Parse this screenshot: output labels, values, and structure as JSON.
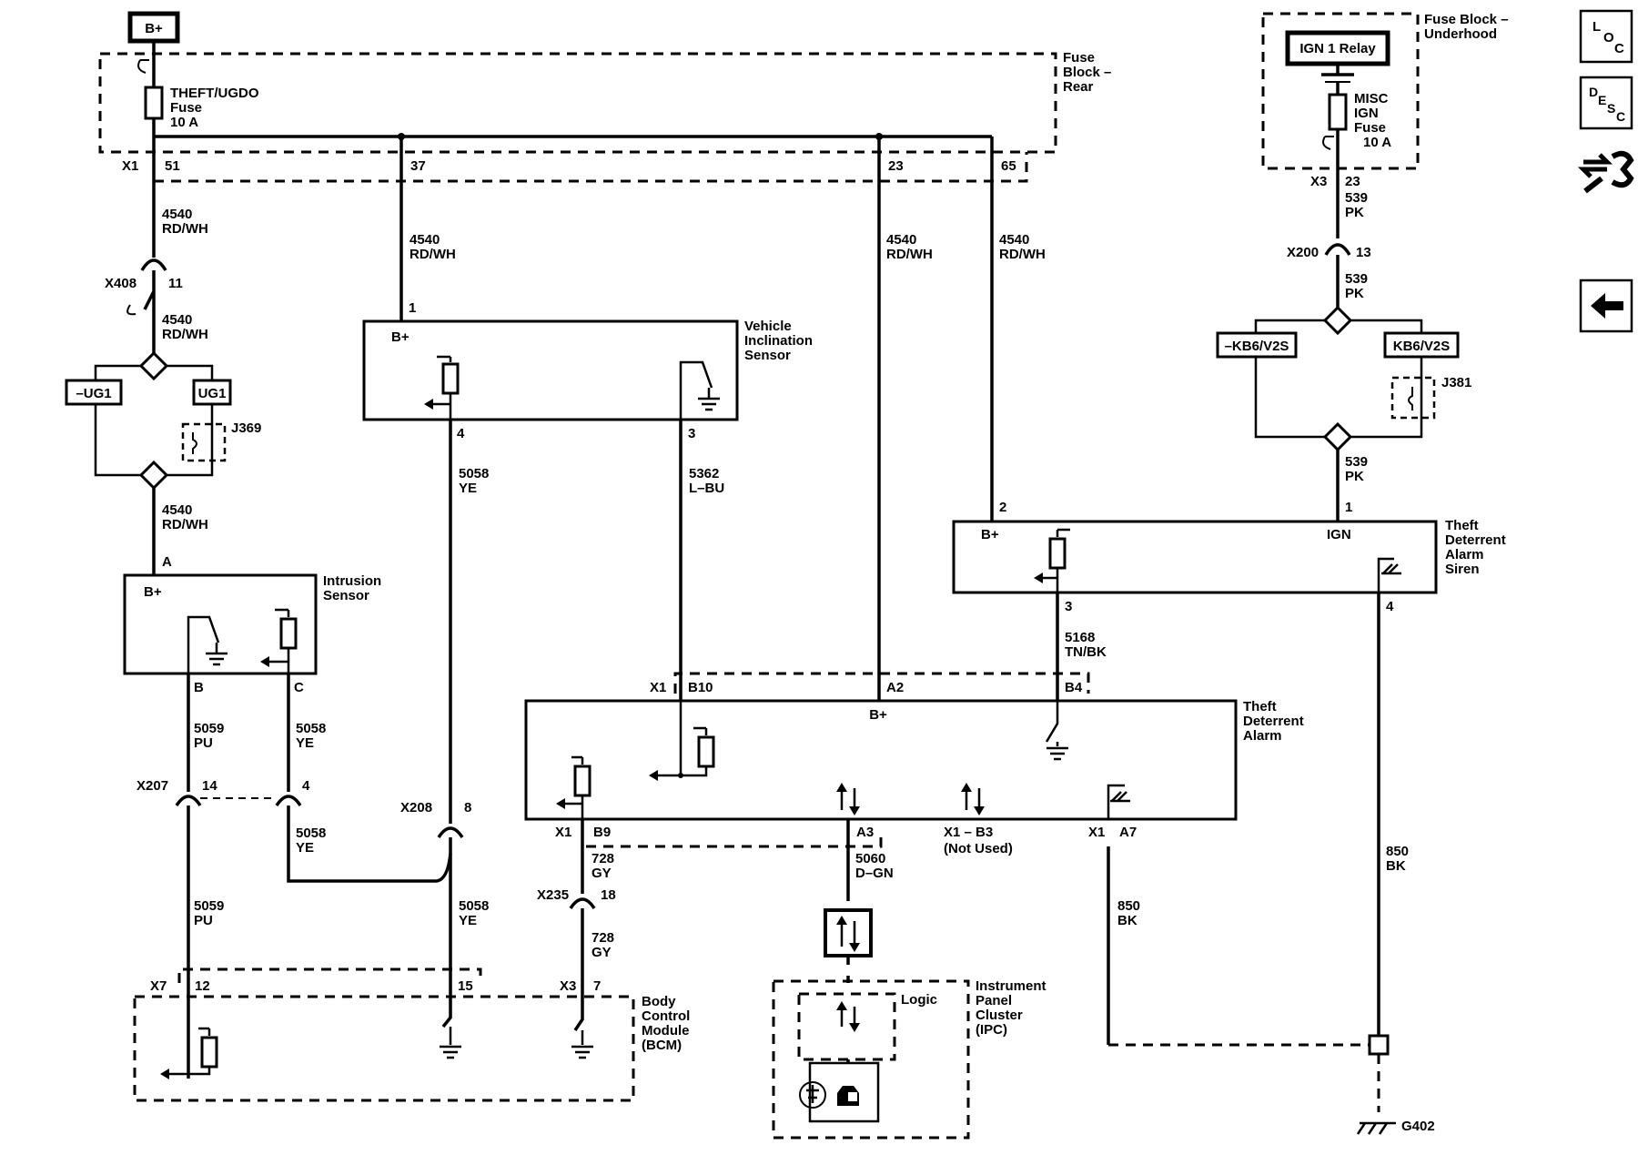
{
  "supply": {
    "bplus": "B+"
  },
  "fuse_block_rear": {
    "title": [
      "Fuse",
      "Block –",
      "Rear"
    ],
    "fuse": [
      "THEFT/UGDO",
      "Fuse",
      "10 A"
    ],
    "connector": "X1",
    "pins": {
      "p51": "51",
      "p37": "37",
      "p23": "23",
      "p65": "65"
    }
  },
  "fuse_block_underhood": {
    "title": [
      "Fuse Block –",
      "Underhood"
    ],
    "relay": "IGN 1 Relay",
    "fuse": [
      "MISC",
      "IGN",
      "Fuse",
      "10 A"
    ],
    "connector": "X3",
    "pin": "23"
  },
  "wires": {
    "w4540": [
      "4540",
      "RD/WH"
    ],
    "w539": [
      "539",
      "PK"
    ],
    "w5058": [
      "5058",
      "YE"
    ],
    "w5362": [
      "5362",
      "L–BU"
    ],
    "w5059": [
      "5059",
      "PU"
    ],
    "w5168": [
      "5168",
      "TN/BK"
    ],
    "w728": [
      "728",
      "GY"
    ],
    "w5060": [
      "5060",
      "D–GN"
    ],
    "w850": [
      "850",
      "BK"
    ]
  },
  "connectors": {
    "x408": {
      "id": "X408",
      "pin": "11"
    },
    "x200": {
      "id": "X200",
      "pin": "13"
    },
    "x207": {
      "id": "X207",
      "pin_a": "14",
      "pin_b": "4"
    },
    "x208": {
      "id": "X208",
      "pin": "8"
    },
    "x235": {
      "id": "X235",
      "pin": "18"
    },
    "x7": {
      "id": "X7",
      "pin_a": "12",
      "pin_b": "15"
    },
    "x3_bcm": {
      "id": "X3",
      "pin": "7"
    }
  },
  "options": {
    "not_ug1": "–UG1",
    "ug1": "UG1",
    "j369": "J369",
    "not_kb6": "–KB6/V2S",
    "kb6": "KB6/V2S",
    "j381": "J381"
  },
  "vehicle_inclination_sensor": {
    "title": [
      "Vehicle",
      "Inclination",
      "Sensor"
    ],
    "bplus": "B+",
    "pin1": "1",
    "pin4": "4",
    "pin3": "3"
  },
  "intrusion_sensor": {
    "title": [
      "Intrusion",
      "Sensor"
    ],
    "bplus": "B+",
    "pinA": "A",
    "pinB": "B",
    "pinC": "C"
  },
  "siren": {
    "title": [
      "Theft",
      "Deterrent",
      "Alarm",
      "Siren"
    ],
    "bplus": "B+",
    "ign": "IGN",
    "pin2": "2",
    "pin1": "1",
    "pin3": "3",
    "pin4": "4"
  },
  "theft_alarm": {
    "title": [
      "Theft",
      "Deterrent",
      "Alarm"
    ],
    "bplus": "B+",
    "x1_top": "X1",
    "b10": "B10",
    "a2": "A2",
    "b4": "B4",
    "x1_b9": "X1",
    "b9": "B9",
    "a3": "A3",
    "x1_b3": "X1 – B3",
    "not_used": "(Not Used)",
    "x1_a7": "X1",
    "a7": "A7"
  },
  "bcm": {
    "title": [
      "Body",
      "Control",
      "Module",
      "(BCM)"
    ]
  },
  "ipc": {
    "title": [
      "Instrument",
      "Panel",
      "Cluster",
      "(IPC)"
    ],
    "logic": "Logic"
  },
  "ground": {
    "label": "G402"
  },
  "nav": {
    "loc": [
      "L",
      "O",
      "C"
    ],
    "desc": [
      "D",
      "E",
      "S",
      "C"
    ],
    "service_name": "service-info-icon",
    "back_name": "back-arrow-icon"
  }
}
